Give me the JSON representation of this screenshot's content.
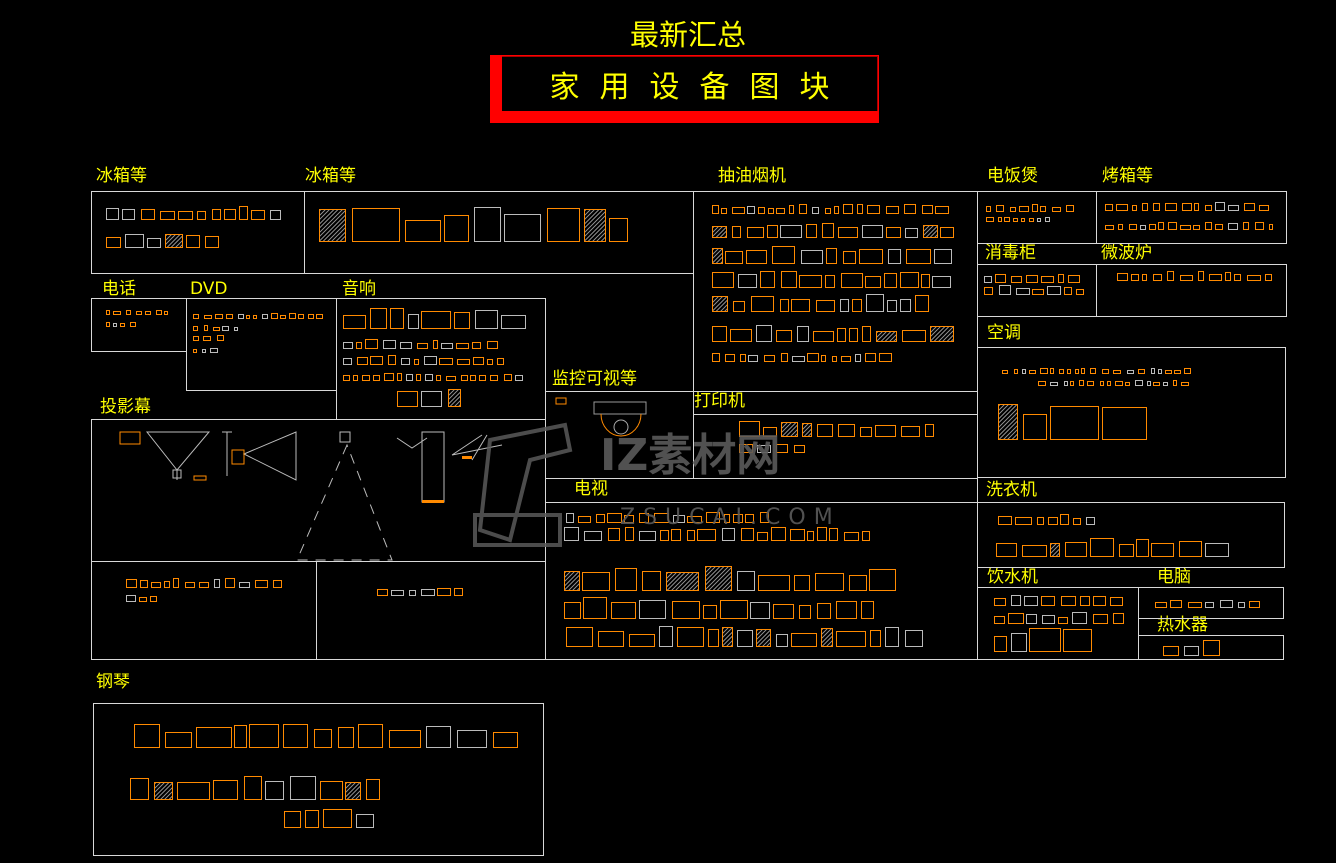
{
  "header": {
    "title": "最新汇总",
    "subtitle": "家用设备图块"
  },
  "watermark": {
    "brand": "IZ素材网",
    "url": "ZSUCAI.COM"
  },
  "sections": {
    "fridge1": "冰箱等",
    "fridge2": "冰箱等",
    "range_hood": "抽油烟机",
    "rice_cooker": "电饭煲",
    "oven": "烤箱等",
    "sterilizer": "消毒柜",
    "microwave": "微波炉",
    "air_conditioner": "空调",
    "phone": "电话",
    "dvd": "DVD",
    "audio": "音响",
    "projector_screen": "投影幕",
    "surveillance": "监控可视等",
    "printer": "打印机",
    "tv": "电视",
    "washing_machine": "洗衣机",
    "water_dispenser": "饮水机",
    "computer": "电脑",
    "water_heater": "热水器",
    "piano": "钢琴"
  },
  "colors": {
    "label": "#ffff00",
    "block": "#ff8a00",
    "frame": "#d8d8d8",
    "banner": "#ff0000"
  }
}
